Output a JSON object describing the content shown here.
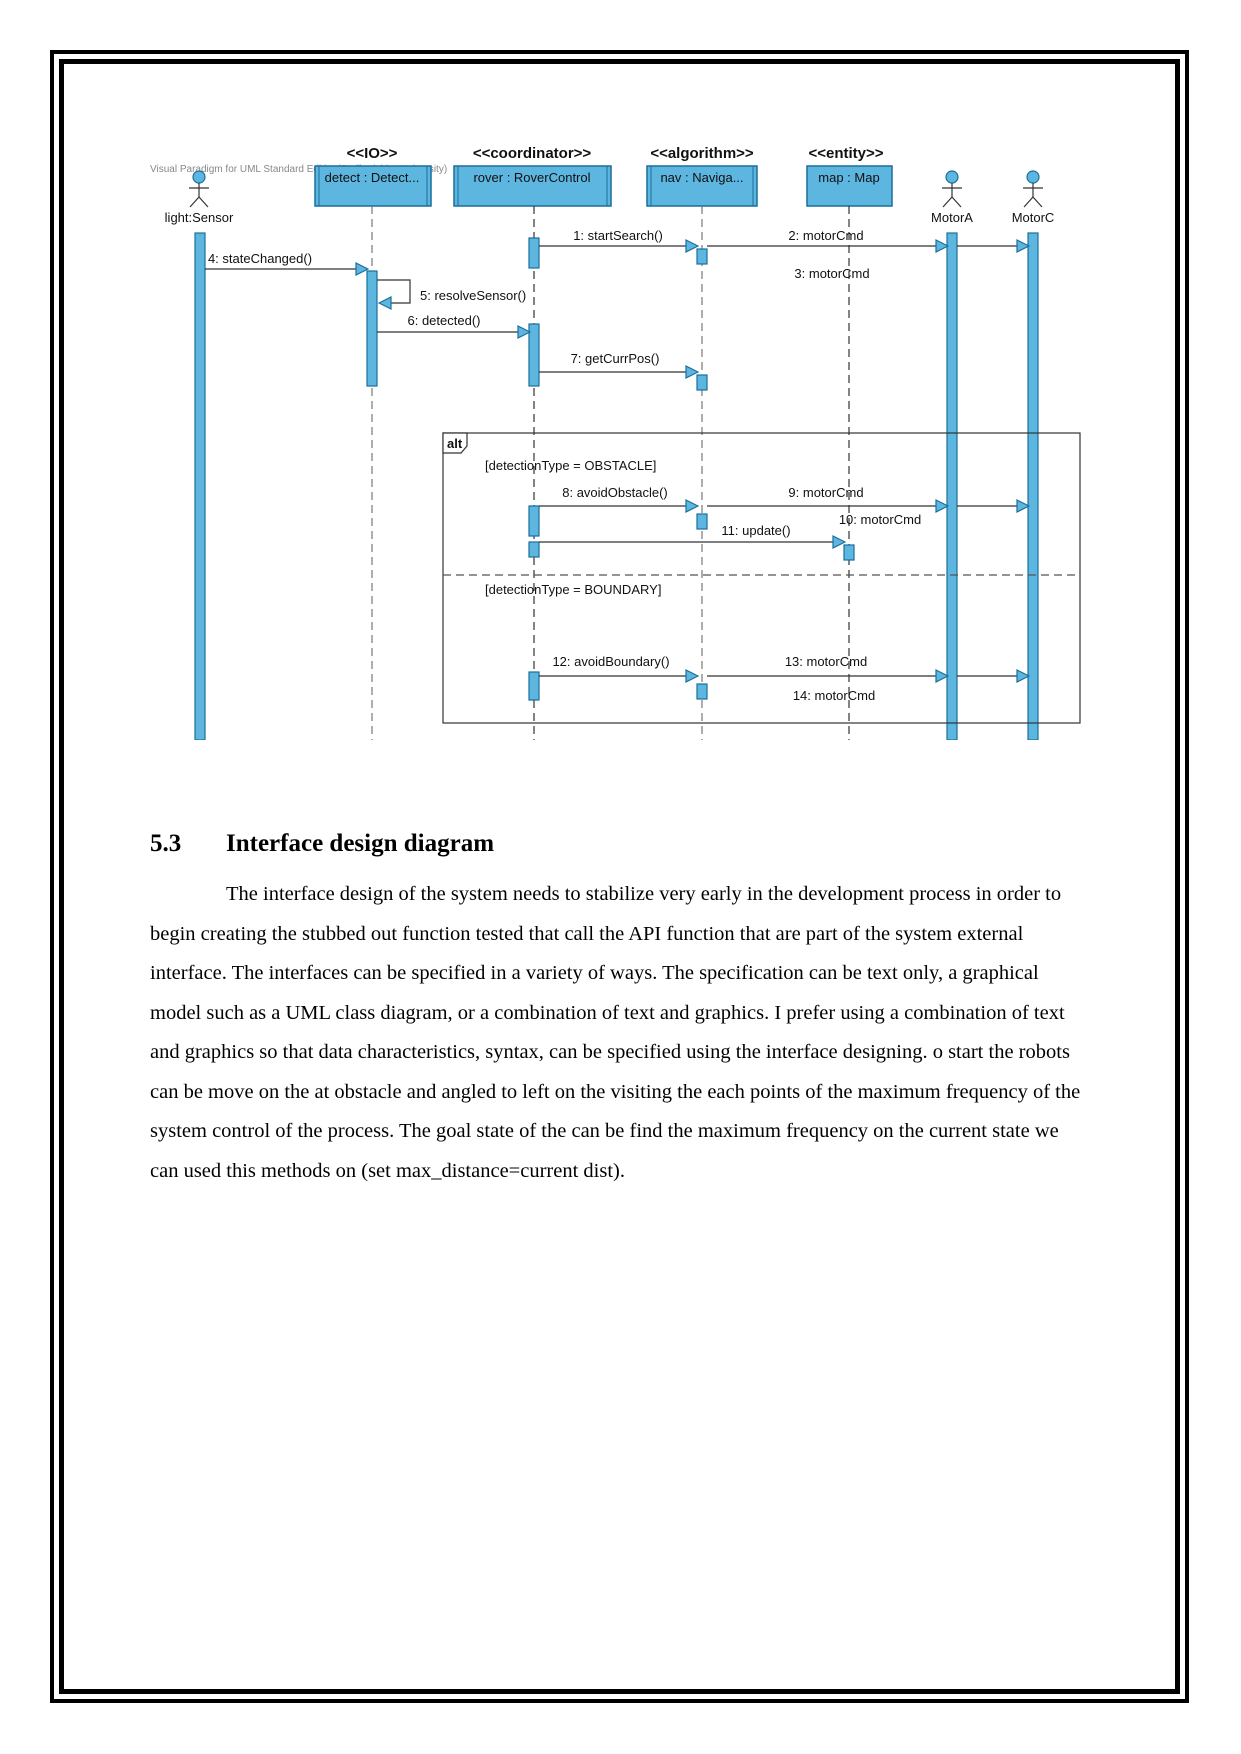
{
  "diagram": {
    "watermark": "Visual Paradigm for UML Standard Edition(Staffordshire University)",
    "lifelines": [
      {
        "stereotype": "",
        "name": "light:Sensor"
      },
      {
        "stereotype": "<<IO>>",
        "name": "detect : Detect..."
      },
      {
        "stereotype": "<<coordinator>>",
        "name": "rover : RoverControl"
      },
      {
        "stereotype": "<<algorithm>>",
        "name": "nav : Naviga..."
      },
      {
        "stereotype": "<<entity>>",
        "name": "map : Map"
      },
      {
        "stereotype": "",
        "name": "MotorA"
      },
      {
        "stereotype": "",
        "name": "MotorC"
      }
    ],
    "messages": [
      "1: startSearch()",
      "2: motorCmd",
      "3: motorCmd",
      "4: stateChanged()",
      "5: resolveSensor()",
      "6: detected()",
      "7: getCurrPos()",
      "8: avoidObstacle()",
      "9: motorCmd",
      "10: motorCmd",
      "11: update()",
      "12: avoidBoundary()",
      "13: motorCmd",
      "14: motorCmd"
    ],
    "fragment": {
      "operator": "alt",
      "guard1": "[detectionType = OBSTACLE]",
      "guard2": "[detectionType = BOUNDARY]"
    },
    "colors": {
      "fill": "#5cb6e0",
      "stroke": "#1a6f99"
    }
  },
  "section": {
    "number": "5.3",
    "title": "Interface design diagram",
    "body": "The interface design of the system needs to stabilize very early in the development process in order to begin creating the stubbed out function tested that call the API function that are part of the system external interface. The interfaces can be specified in a variety of ways. The specification can be text only, a graphical model such as a UML class diagram, or a combination of text and graphics. I prefer using a combination of text and graphics so that data characteristics, syntax, can be specified using the interface designing. o start the robots can be move on the at obstacle and angled to left on the visiting the each points of the maximum frequency of the system control of the process. The goal state of the can be find the maximum frequency on the current state we can used this methods on (set max_distance=current dist)."
  }
}
